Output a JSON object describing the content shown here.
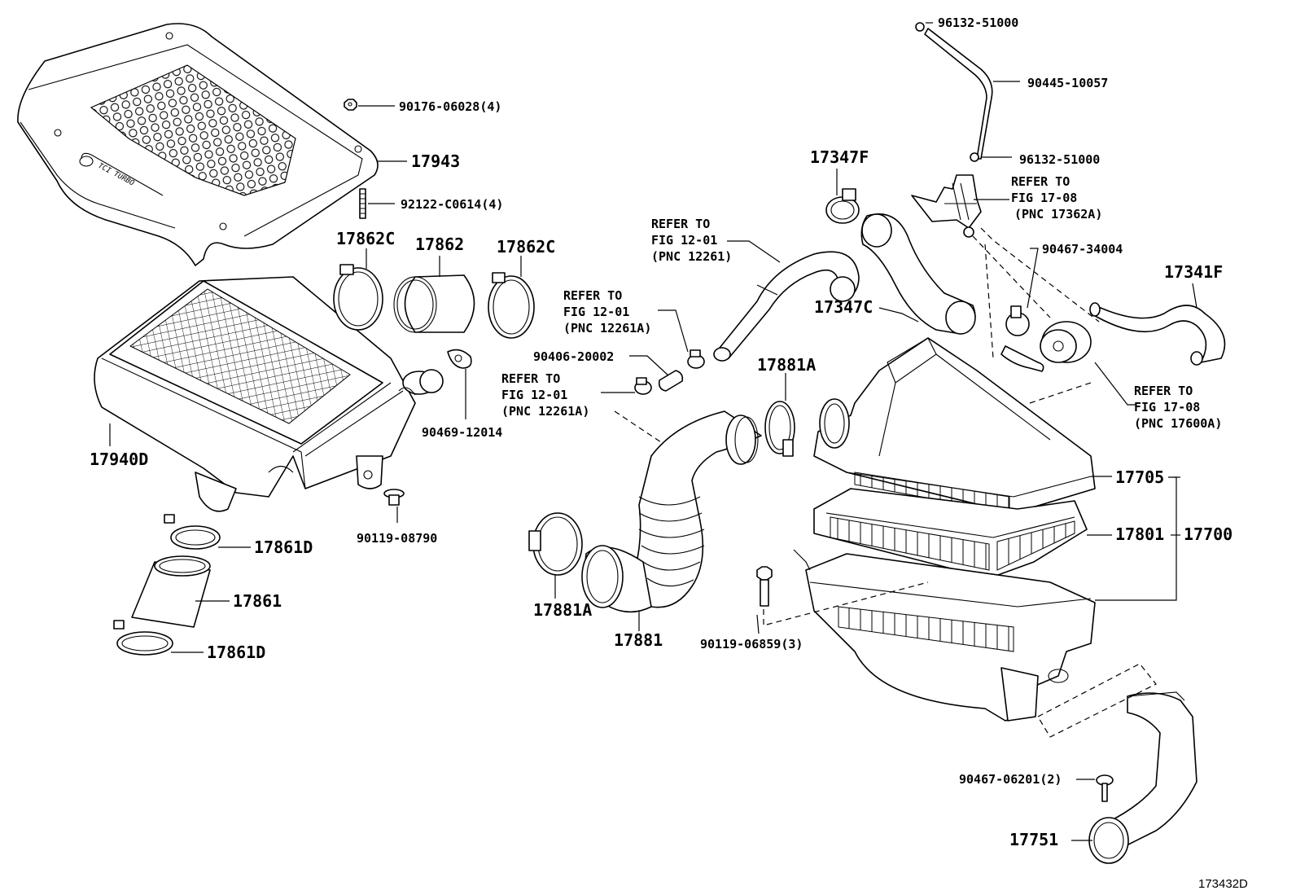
{
  "diagram_id": "173432D",
  "labels": {
    "p96132_top": "96132-51000",
    "p90445": "90445-10057",
    "p96132_mid": "96132-51000",
    "p90176": "90176-06028(4)",
    "p17943": "17943",
    "p92122": "92122-C0614(4)",
    "p17347F": "17347F",
    "p17862C_l": "17862C",
    "p17862": "17862",
    "p17862C_r": "17862C",
    "p90467_34004": "90467-34004",
    "p17341F": "17341F",
    "p17347C": "17347C",
    "p90406": "90406-20002",
    "p90469": "90469-12014",
    "p17881A_top": "17881A",
    "p17940D": "17940D",
    "p90119_08790": "90119-08790",
    "p17705": "17705",
    "p17801": "17801",
    "p17700": "17700",
    "p17861D_top": "17861D",
    "p17861": "17861",
    "p17861D_bot": "17861D",
    "p17881A_bot": "17881A",
    "p17881": "17881",
    "p90119_06859": "90119-06859(3)",
    "p90467_06201": "90467-06201(2)",
    "p17751": "17751"
  },
  "refs": {
    "r1": {
      "l1": "REFER TO",
      "l2": "FIG 12-01",
      "l3": "(PNC 12261)"
    },
    "r2": {
      "l1": "REFER TO",
      "l2": "FIG 12-01",
      "l3": "(PNC 12261A)"
    },
    "r3": {
      "l1": "REFER TO",
      "l2": "FIG 12-01",
      "l3": "(PNC 12261A)"
    },
    "r4": {
      "l1": "REFER TO",
      "l2": "FIG 17-08",
      "l3": "(PNC 17362A)"
    },
    "r5": {
      "l1": "REFER TO",
      "l2": "FIG 17-08",
      "l3": "(PNC 17600A)"
    }
  }
}
